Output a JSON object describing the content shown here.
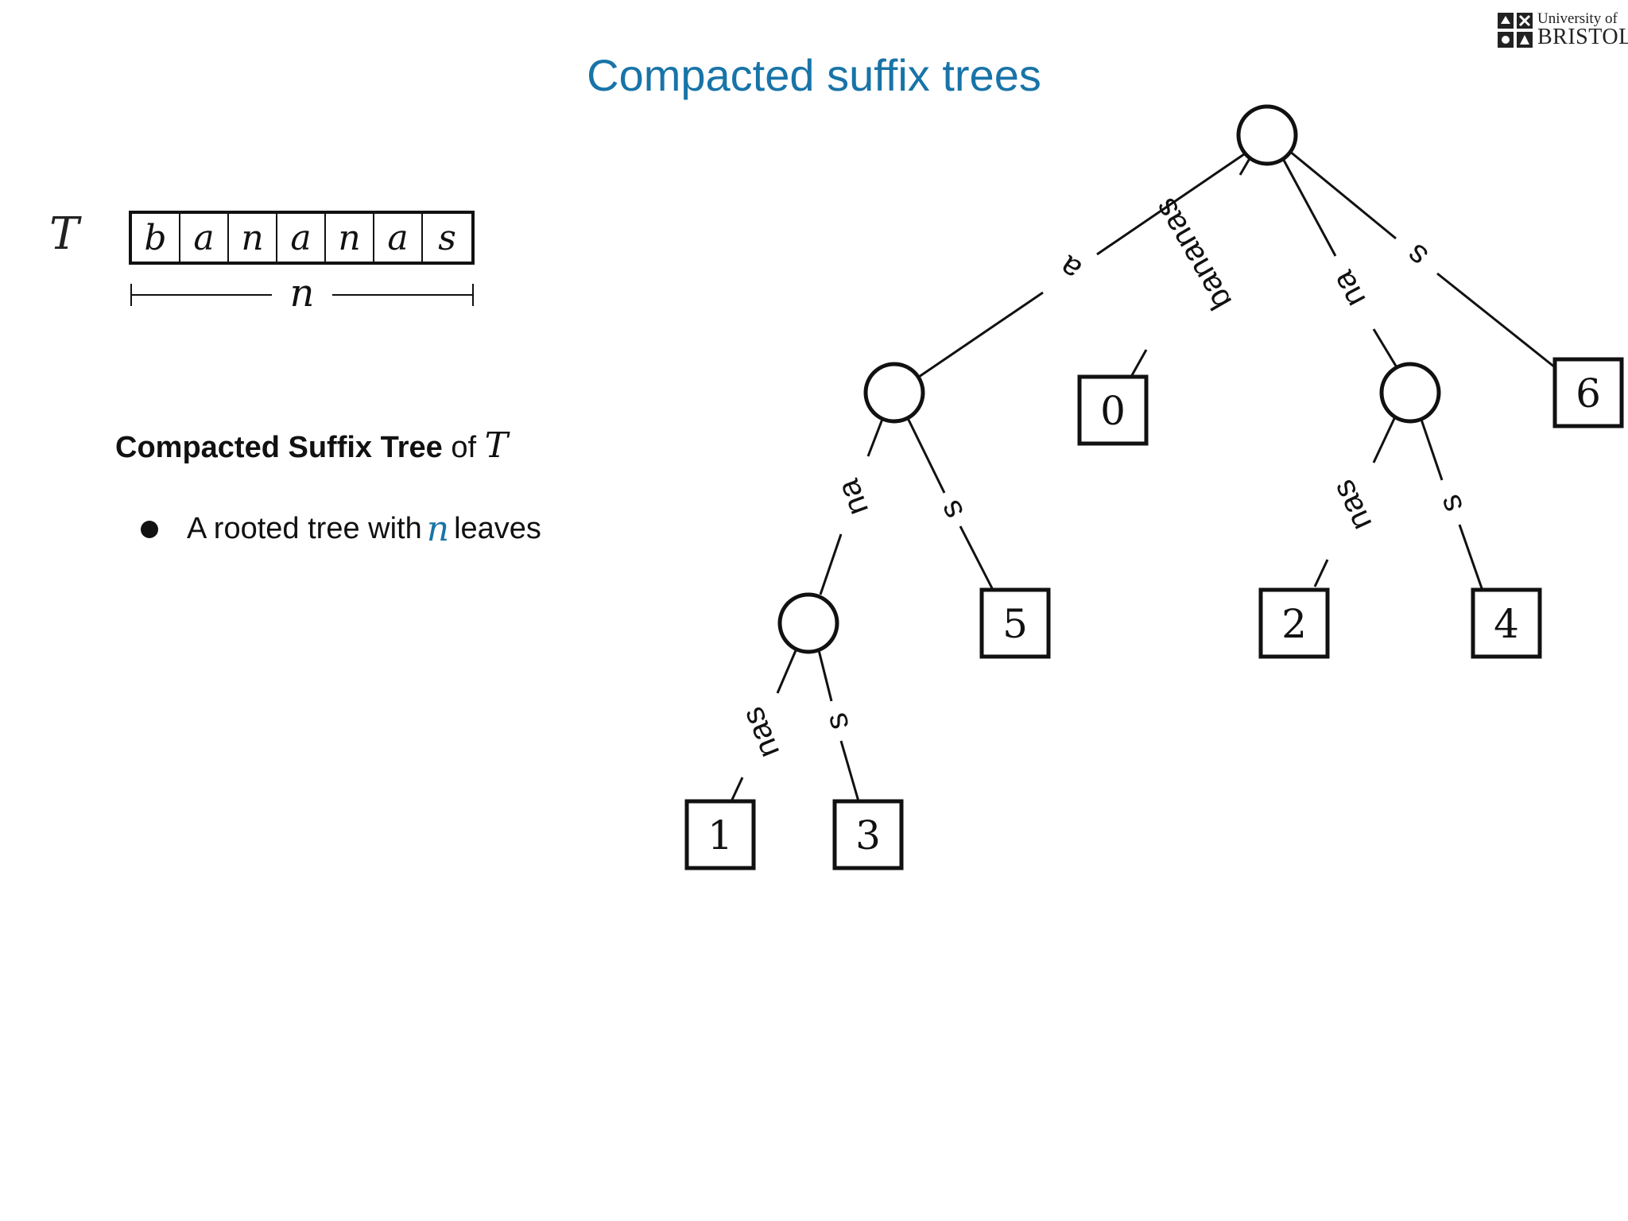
{
  "slide": {
    "title": "Compacted suffix trees",
    "logo": {
      "line1": "University of",
      "line2": "BRISTOL"
    }
  },
  "string": {
    "label": "T",
    "chars": [
      "b",
      "a",
      "n",
      "a",
      "n",
      "a",
      "s"
    ],
    "length_label": "n"
  },
  "section": {
    "heading_bold": "Compacted Suffix Tree",
    "heading_of": "of",
    "heading_math": "T"
  },
  "bullets": [
    {
      "before": "A rooted tree with",
      "math": "n",
      "after": "leaves"
    }
  ],
  "tree": {
    "internal_nodes": [
      "root",
      "a",
      "na",
      "ana"
    ],
    "leaves": [
      {
        "id": "leaf-0",
        "label": "0"
      },
      {
        "id": "leaf-6",
        "label": "6"
      },
      {
        "id": "leaf-5",
        "label": "5"
      },
      {
        "id": "leaf-2",
        "label": "2"
      },
      {
        "id": "leaf-4",
        "label": "4"
      },
      {
        "id": "leaf-1",
        "label": "1"
      },
      {
        "id": "leaf-3",
        "label": "3"
      }
    ],
    "edges": [
      {
        "id": "edge-root-a",
        "label": "a"
      },
      {
        "id": "edge-root-leaf0",
        "label": "bananas"
      },
      {
        "id": "edge-root-na",
        "label": "na"
      },
      {
        "id": "edge-root-leaf6",
        "label": "s"
      },
      {
        "id": "edge-a-ana",
        "label": "na"
      },
      {
        "id": "edge-a-leaf5",
        "label": "s"
      },
      {
        "id": "edge-na-leaf2",
        "label": "nas"
      },
      {
        "id": "edge-na-leaf4",
        "label": "s"
      },
      {
        "id": "edge-ana-leaf1",
        "label": "nas"
      },
      {
        "id": "edge-ana-leaf3",
        "label": "s"
      }
    ]
  },
  "colors": {
    "title": "#1874a8",
    "accent_math": "#1874a8",
    "ink": "#111111"
  }
}
